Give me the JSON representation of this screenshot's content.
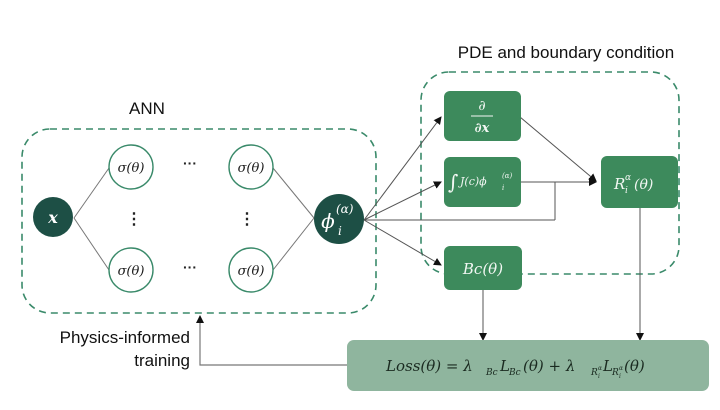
{
  "colors": {
    "dark_node": "#1d4f45",
    "ring_node": "#3a8a6a",
    "green_box": "#3d8a5c",
    "loss_box": "#8fb59e",
    "dashed_border": "#3a8a6a",
    "arrow": "#555555"
  },
  "ann": {
    "title": "ANN",
    "input_node": "x",
    "hidden_node": "σ(θ)",
    "horizontal_ellipsis": "···",
    "vertical_ellipsis": "⋮",
    "output_node": {
      "base": "ϕ",
      "sub": "i",
      "sup": "(α)"
    }
  },
  "pde": {
    "title": "PDE and boundary condition",
    "derivative": {
      "numerator": "∂",
      "denominator": "∂x"
    },
    "integral": {
      "prefix": "∫",
      "body": "J(c)ϕ",
      "sub": "i",
      "sup": "(α)"
    },
    "residual": {
      "base": "R",
      "sub": "i",
      "sup": "α",
      "suffix": "(θ)"
    },
    "boundary": "Bc(θ)"
  },
  "loss": {
    "lhs": "Loss(θ) = λ",
    "bc_sub": "Bc",
    "mid": "L",
    "bc_sub2": "Bc",
    "plus": "(θ) + λ",
    "r_sub": "R",
    "r_subsub": "i",
    "r_subsup": "α",
    "l2": "L",
    "end": "(θ)"
  },
  "training": {
    "line1": "Physics-informed",
    "line2": "training"
  }
}
